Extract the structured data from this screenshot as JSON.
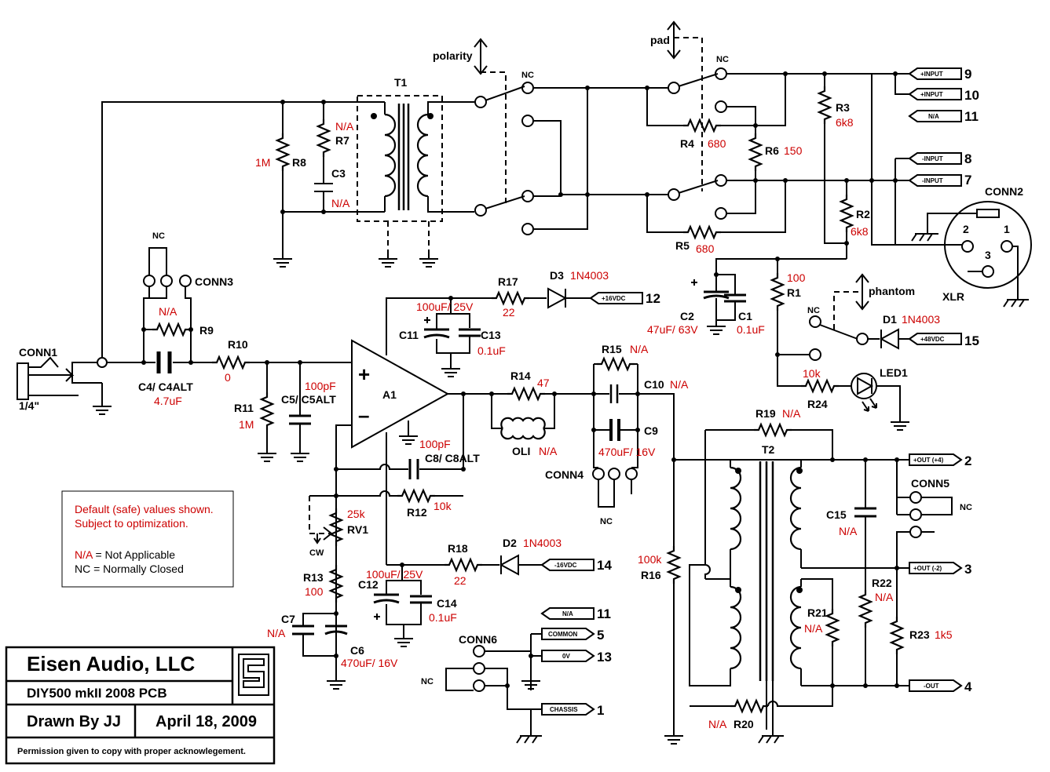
{
  "components": {
    "conn1": {
      "name": "CONN1",
      "size": "1/4\""
    },
    "c4": {
      "name": "C4/ C4ALT",
      "value": "4.7uF"
    },
    "r9": {
      "name": "R9",
      "value": "N/A"
    },
    "conn3": {
      "name": "CONN3",
      "nc": "NC"
    },
    "r10": {
      "name": "R10",
      "value": "0"
    },
    "r11": {
      "name": "R11",
      "value": "1M"
    },
    "c5": {
      "name": "C5/ C5ALT",
      "value": "100pF"
    },
    "r8": {
      "name": "R8",
      "value": "1M"
    },
    "r7": {
      "name": "R7",
      "value": "N/A"
    },
    "c3": {
      "name": "C3",
      "value": "N/A"
    },
    "t1": {
      "name": "T1"
    },
    "polarity": {
      "label": "polarity",
      "nc": "NC"
    },
    "pad": {
      "label": "pad",
      "nc": "NC"
    },
    "r4": {
      "name": "R4",
      "value": "680"
    },
    "r6": {
      "name": "R6",
      "value": "150"
    },
    "r5": {
      "name": "R5",
      "value": "680"
    },
    "r3": {
      "name": "R3",
      "value": "6k8"
    },
    "r2": {
      "name": "R2",
      "value": "6k8"
    },
    "conn2": {
      "name": "CONN2",
      "type": "XLR",
      "pin1": "1",
      "pin2": "2",
      "pin3": "3"
    },
    "c2": {
      "name": "C2",
      "value": "47uF/ 63V"
    },
    "c1": {
      "name": "C1",
      "value": "0.1uF"
    },
    "r1": {
      "name": "R1",
      "value": "100"
    },
    "phantom": {
      "label": "phantom",
      "nc": "NC"
    },
    "d1": {
      "name": "D1",
      "value": "1N4003"
    },
    "r24": {
      "name": "R24",
      "value": "10k"
    },
    "led1": {
      "name": "LED1"
    },
    "r17": {
      "name": "R17",
      "value": "22"
    },
    "d3": {
      "name": "D3",
      "value": "1N4003"
    },
    "c11": {
      "name": "C11",
      "value": "100uF/ 25V"
    },
    "c13": {
      "name": "C13",
      "value": "0.1uF"
    },
    "a1": {
      "name": "A1",
      "plus": "+",
      "minus": "–"
    },
    "c8": {
      "name": "C8/ C8ALT",
      "value": "100pF"
    },
    "r12": {
      "name": "R12",
      "value": "10k"
    },
    "rv1": {
      "name": "RV1",
      "value": "25k",
      "cw": "CW"
    },
    "r13": {
      "name": "R13",
      "value": "100"
    },
    "c7": {
      "name": "C7",
      "value": "N/A"
    },
    "c6": {
      "name": "C6",
      "value": "470uF/ 16V"
    },
    "r14": {
      "name": "R14",
      "value": "47"
    },
    "oli": {
      "name": "OLI",
      "value": "N/A"
    },
    "r15": {
      "name": "R15",
      "value": "N/A"
    },
    "c10": {
      "name": "C10",
      "value": "N/A"
    },
    "c9": {
      "name": "C9",
      "value": "470uF/ 16V"
    },
    "conn4": {
      "name": "CONN4",
      "nc": "NC"
    },
    "r18": {
      "name": "R18",
      "value": "22"
    },
    "d2": {
      "name": "D2",
      "value": "1N4003"
    },
    "c12": {
      "name": "C12",
      "value": "100uF/ 25V"
    },
    "c14": {
      "name": "C14",
      "value": "0.1uF"
    },
    "conn6": {
      "name": "CONN6",
      "nc": "NC"
    },
    "r16": {
      "name": "R16",
      "value": "100k"
    },
    "r19": {
      "name": "R19",
      "value": "N/A"
    },
    "t2": {
      "name": "T2"
    },
    "conn5": {
      "name": "CONN5",
      "nc": "NC"
    },
    "c15": {
      "name": "C15",
      "value": "N/A"
    },
    "r22": {
      "name": "R22",
      "value": "N/A"
    },
    "r21": {
      "name": "R21",
      "value": "N/A"
    },
    "r23": {
      "name": "R23",
      "value": "1k5"
    },
    "r20": {
      "name": "R20",
      "value": "N/A"
    }
  },
  "flags": [
    {
      "label": "+INPUT",
      "pin": "9"
    },
    {
      "label": "+INPUT",
      "pin": "10"
    },
    {
      "label": "N/A",
      "pin": "11"
    },
    {
      "label": "-INPUT",
      "pin": "8"
    },
    {
      "label": "-INPUT",
      "pin": "7"
    },
    {
      "label": "+16VDC",
      "pin": "12"
    },
    {
      "label": "+48VDC",
      "pin": "15"
    },
    {
      "label": "-16VDC",
      "pin": "14"
    },
    {
      "label": "N/A",
      "pin": "11"
    },
    {
      "label": "COMMON",
      "pin": "5"
    },
    {
      "label": "0V",
      "pin": "13"
    },
    {
      "label": "CHASSIS",
      "pin": "1"
    },
    {
      "label": "+OUT (+4)",
      "pin": "2"
    },
    {
      "label": "+OUT (-2)",
      "pin": "3"
    },
    {
      "label": "-OUT",
      "pin": "4"
    }
  ],
  "notes": {
    "line1": "Default (safe) values shown.",
    "line2": "Subject to optimization.",
    "na_key": "N/A",
    "na_text": " = Not Applicable",
    "nc_line": "NC = Normally Closed"
  },
  "title_block": {
    "company": "Eisen Audio, LLC",
    "project": "DIY500 mkII  2008 PCB",
    "drawn_by": "Drawn By JJ",
    "date": "April 18, 2009",
    "permission": "Permission given to copy with proper acknowlegement."
  }
}
